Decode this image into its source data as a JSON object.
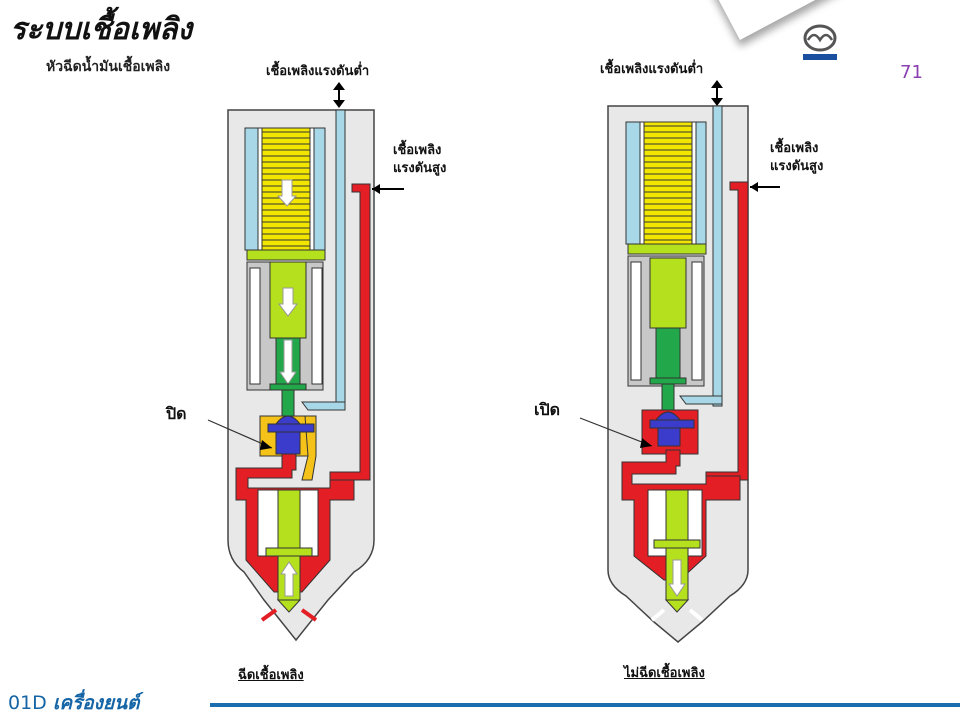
{
  "slide": {
    "title": "ระบบเชื้อเพลิง",
    "subtitle": "หัวฉีดน้ำมันเชื้อเพลิง",
    "page_number": "71",
    "brand": "mazda",
    "footer": {
      "code": "01D",
      "section": "เครื่องยนต์"
    },
    "colors": {
      "accent_blue": "#1a6eb0",
      "page_number": "#8a3fb0",
      "high_pressure": "#e31e24",
      "low_pressure": "#a8d8e8",
      "solenoid": "#f2e600",
      "armature": "#b5e01e",
      "plunger": "#22a84a",
      "ball_valve": "#3b3bcc",
      "chamber_closed": "#f5c21a"
    }
  },
  "diagrams": [
    {
      "id": "left",
      "low_pressure_label": "เชื้อเพลิงแรงดันต่ำ",
      "high_pressure_label_line1": "เชื้อเพลิง",
      "high_pressure_label_line2": "แรงดันสูง",
      "valve_state": "ปิด",
      "caption": "ฉีดเชื้อเพลิง"
    },
    {
      "id": "right",
      "low_pressure_label": "เชื้อเพลิงแรงดันต่ำ",
      "high_pressure_label_line1": "เชื้อเพลิง",
      "high_pressure_label_line2": "แรงดันสูง",
      "valve_state": "เปิด",
      "caption": "ไม่ฉีดเชื้อเพลิง"
    }
  ]
}
